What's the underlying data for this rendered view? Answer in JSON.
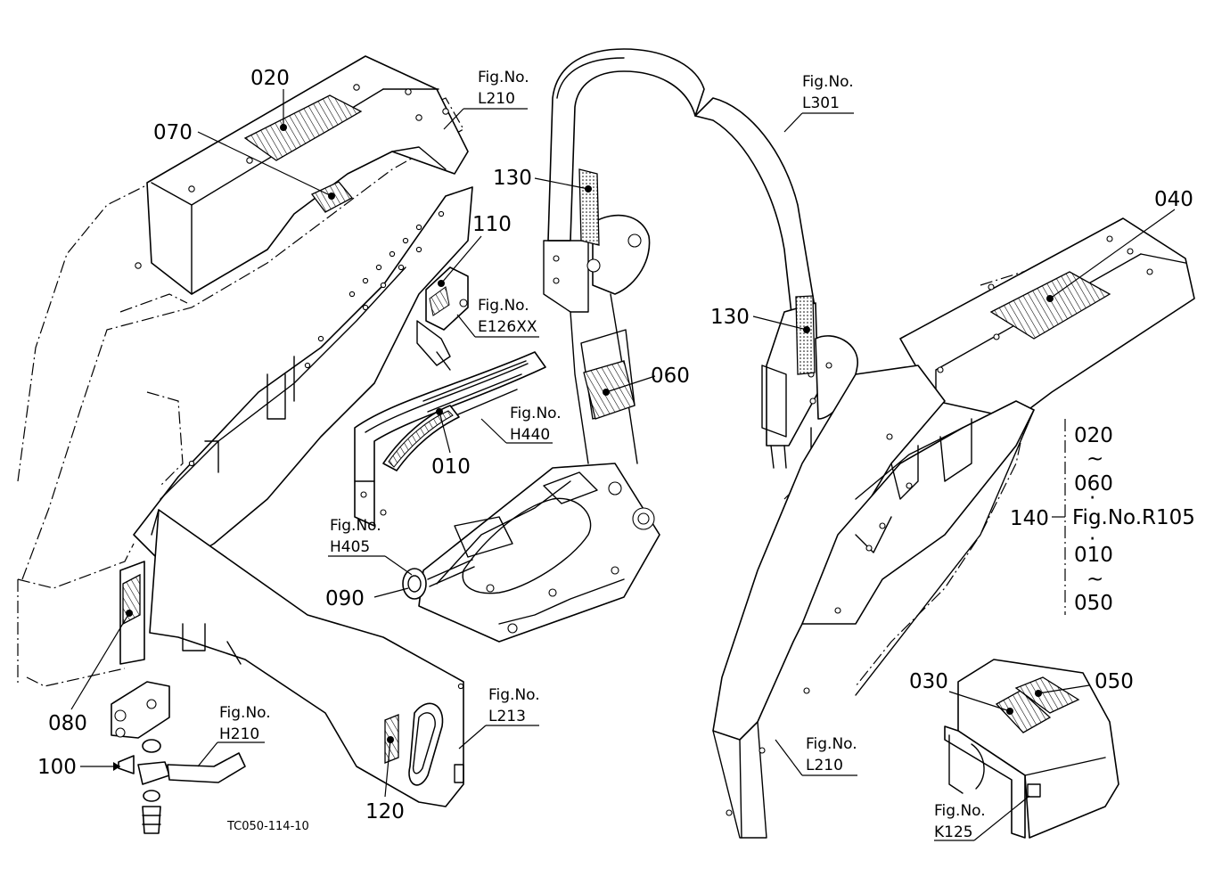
{
  "diagram_code": "TC050-114-10",
  "callouts": {
    "c020": "020",
    "c070": "070",
    "c110": "110",
    "c130a": "130",
    "c130b": "130",
    "c060": "060",
    "c040": "040",
    "c010": "010",
    "c090": "090",
    "c080": "080",
    "c100": "100",
    "c120": "120",
    "c030": "030",
    "c050": "050",
    "c140": "140"
  },
  "figure_refs": [
    {
      "prefix": "Fig.No.",
      "code": "L210"
    },
    {
      "prefix": "Fig.No.",
      "code": "L301"
    },
    {
      "prefix": "Fig.No.",
      "code": "E126XX"
    },
    {
      "prefix": "Fig.No.",
      "code": "H440"
    },
    {
      "prefix": "Fig.No.",
      "code": "H405"
    },
    {
      "prefix": "Fig.No.",
      "code": "H210"
    },
    {
      "prefix": "Fig.No.",
      "code": "L213"
    },
    {
      "prefix": "Fig.No.",
      "code": "L210"
    },
    {
      "prefix": "Fig.No.",
      "code": "K125"
    }
  ],
  "kit_group": {
    "range1_from": "020",
    "range1_tilde": "~",
    "range1_to": "060",
    "sep1": "·",
    "kit_ref": "Fig.No.R105",
    "sep2": "·",
    "range2_from": "010",
    "range2_tilde": "~",
    "range2_to": "050"
  }
}
